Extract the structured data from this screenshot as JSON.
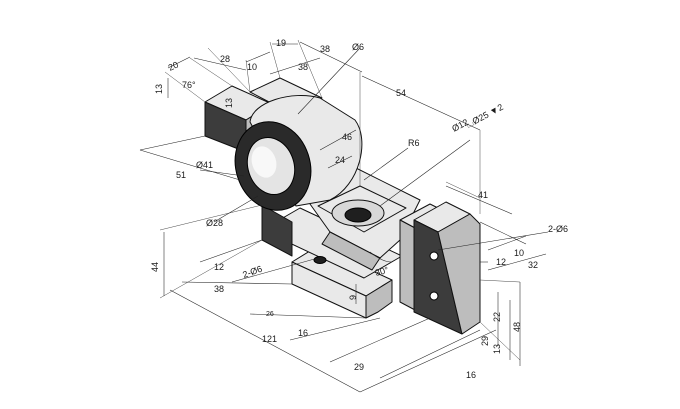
{
  "dimensions": {
    "d20": "20",
    "d28_top": "28",
    "d10": "10",
    "d19": "19",
    "d38_top": "38",
    "d38_inner": "38",
    "phi6": "Ø6",
    "d13_left": "13",
    "d76deg": "76°",
    "d13_block": "13",
    "d54": "54",
    "d46": "46",
    "d24": "24",
    "r6": "R6",
    "phi12": "Ø12",
    "cbore": "⌴Ø25 ▼2",
    "phi41": "Ø41",
    "d51": "51",
    "phi28": "Ø28",
    "d41_right": "41",
    "d2phi6_right": "2-Ø6",
    "d12_right": "12",
    "d10_right": "10",
    "d32": "32",
    "d44": "44",
    "d12_bottom": "12",
    "d2phi6_bottom": "2-Ø6",
    "d38_bottom": "38",
    "d26": "26",
    "d16_base": "16",
    "d9": "9",
    "d30deg": "30°",
    "d121": "121",
    "d29_base": "29",
    "d16_right": "16",
    "d22": "22",
    "d29_right": "29",
    "d13_right": "13",
    "d48": "48"
  }
}
